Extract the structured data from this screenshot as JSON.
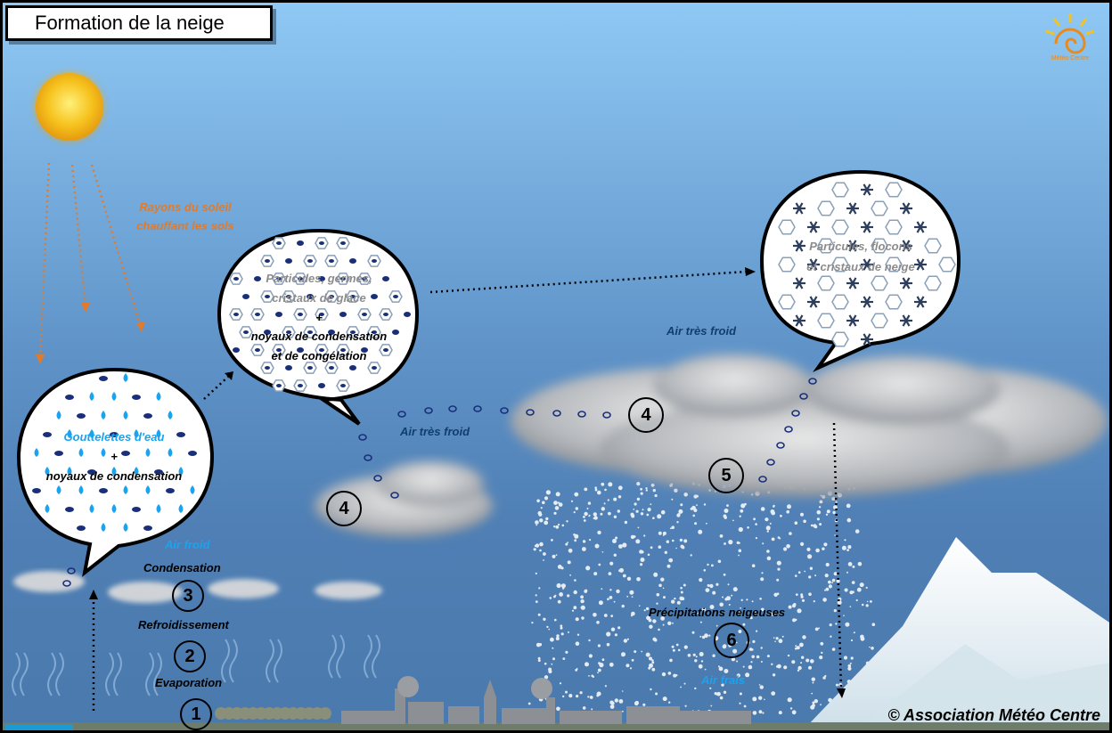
{
  "title": "Formation de la neige",
  "logo_text": "Météo Centre",
  "copyright": "© Association Météo Centre",
  "labels": {
    "sun_rays": "Rayons du soleil chauffant les sols",
    "bubble1_line1": "Gouttelettes d'eau",
    "bubble1_plus": "+",
    "bubble1_line2": "noyaux de condensation",
    "bubble2_line1": "Particules, germes,",
    "bubble2_line2": "cristaux de glace",
    "bubble2_plus": "+",
    "bubble2_line3": "noyaux de condensation",
    "bubble2_line4": "et de congélation",
    "bubble3_line1": "Particules, flocons",
    "bubble3_line2": "et cristaux de neige",
    "air_froid": "Air froid",
    "air_tres_froid_1": "Air très froid",
    "air_tres_froid_2": "Air très froid",
    "air_frais": "Air frais",
    "evaporation": "Evaporation",
    "refroidissement": "Refroidissement",
    "condensation": "Condensation",
    "precipitations": "Précipitations neigeuses"
  },
  "steps": {
    "s1": "1",
    "s2": "2",
    "s3": "3",
    "s4a": "4",
    "s4b": "4",
    "s5": "5",
    "s6": "6"
  },
  "colors": {
    "sky_top": "#8fc8f4",
    "sky_bottom": "#4a79ad",
    "sun": "#f6c21d",
    "orange_text": "#e07b2c",
    "blue_text": "#1aa3f0",
    "dark_text": "#113e6e",
    "mountain": "#e6f0f6"
  },
  "icons": [
    "sun-icon",
    "water-drop-icon",
    "ice-crystal-icon",
    "snowflake-icon",
    "cloud-icon",
    "mountain-icon",
    "meteo-centre-logo"
  ]
}
